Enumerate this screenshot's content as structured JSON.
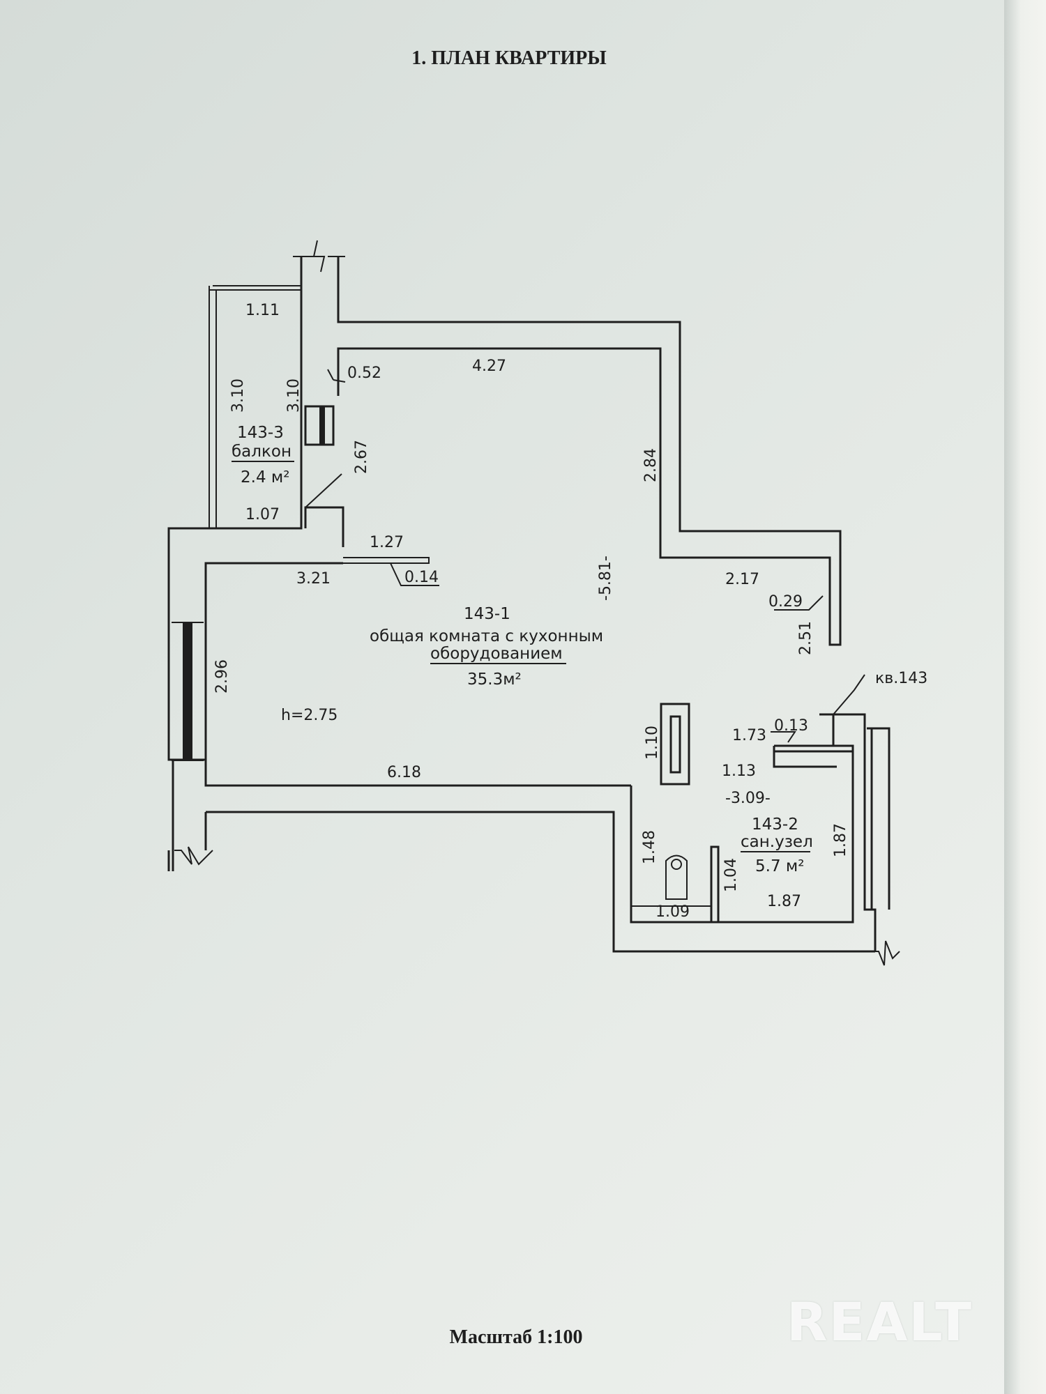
{
  "page_title": "1. ПЛАН КВАРТИРЫ",
  "scale_label": "Масштаб 1:100",
  "watermark": "REALT",
  "apartment_label": "кв.143",
  "ceiling_height": "h=2.75",
  "rooms": {
    "living": {
      "id": "143-1",
      "name_line1": "общая комната с кухонным",
      "name_line2": "оборудованием",
      "area": "35.3м²"
    },
    "bathroom": {
      "id": "143-2",
      "name": "сан.узел",
      "area": "5.7 м²"
    },
    "balcony": {
      "id": "143-3",
      "name": "балкон",
      "area": "2.4 м²"
    }
  },
  "dimensions": {
    "balcony_top": "1.11",
    "balcony_left": "3.10",
    "balcony_right": "3.10",
    "balcony_bottom": "1.07",
    "niche_052": "0.52",
    "top_width": "4.27",
    "right_upper": "2.84",
    "diag_267": "2.67",
    "shelf_127": "1.27",
    "shelf_014": "0.14",
    "left_321": "3.21",
    "middle_581": "-5.81-",
    "step_217": "2.17",
    "step_029": "0.29",
    "step_251": "2.51",
    "left_296": "2.96",
    "bottom_618": "6.18",
    "shaft_110": "1.10",
    "bath_173": "1.73",
    "bath_013": "0.13",
    "bath_113": "1.13",
    "bath_309": "-3.09-",
    "bath_148": "1.48",
    "bath_104": "1.04",
    "bath_109": "1.09",
    "bath_187_bottom": "1.87",
    "bath_187_right": "1.87"
  }
}
